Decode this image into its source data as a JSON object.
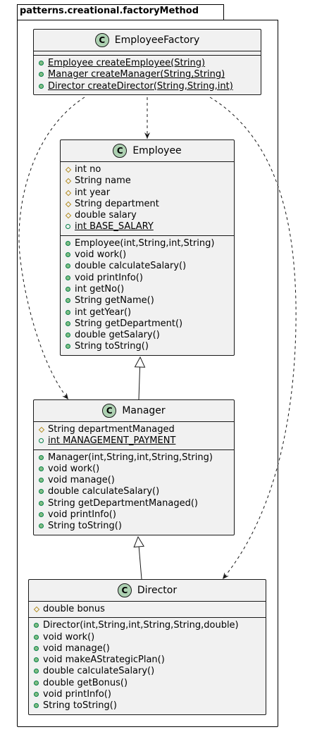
{
  "package": {
    "name": "patterns.creational.factoryMethod"
  },
  "classes": [
    {
      "id": "employee-factory",
      "stereotype": "C",
      "name": "EmployeeFactory",
      "fields": [],
      "methods": [
        {
          "vis": "public",
          "text": "Employee createEmployee(String)",
          "static": true
        },
        {
          "vis": "public",
          "text": "Manager createManager(String,String)",
          "static": true
        },
        {
          "vis": "public",
          "text": "Director createDirector(String,String,int)",
          "static": true
        }
      ]
    },
    {
      "id": "employee",
      "stereotype": "C",
      "name": "Employee",
      "fields": [
        {
          "vis": "protected",
          "text": "int no"
        },
        {
          "vis": "protected",
          "text": "String name"
        },
        {
          "vis": "protected",
          "text": "int year"
        },
        {
          "vis": "protected",
          "text": "String department"
        },
        {
          "vis": "protected",
          "text": "double salary"
        },
        {
          "vis": "public-open",
          "text": "int BASE_SALARY",
          "static": true
        }
      ],
      "methods": [
        {
          "vis": "public",
          "text": "Employee(int,String,int,String)"
        },
        {
          "vis": "public",
          "text": "void work()"
        },
        {
          "vis": "public",
          "text": "double calculateSalary()"
        },
        {
          "vis": "public",
          "text": "void printInfo()"
        },
        {
          "vis": "public",
          "text": "int getNo()"
        },
        {
          "vis": "public",
          "text": "String getName()"
        },
        {
          "vis": "public",
          "text": "int getYear()"
        },
        {
          "vis": "public",
          "text": "String getDepartment()"
        },
        {
          "vis": "public",
          "text": "double getSalary()"
        },
        {
          "vis": "public",
          "text": "String toString()"
        }
      ]
    },
    {
      "id": "manager",
      "stereotype": "C",
      "name": "Manager",
      "fields": [
        {
          "vis": "protected",
          "text": "String departmentManaged"
        },
        {
          "vis": "public-open",
          "text": "int MANAGEMENT_PAYMENT",
          "static": true
        }
      ],
      "methods": [
        {
          "vis": "public",
          "text": "Manager(int,String,int,String,String)"
        },
        {
          "vis": "public",
          "text": "void work()"
        },
        {
          "vis": "public",
          "text": "void manage()"
        },
        {
          "vis": "public",
          "text": "double calculateSalary()"
        },
        {
          "vis": "public",
          "text": "String getDepartmentManaged()"
        },
        {
          "vis": "public",
          "text": "void printInfo()"
        },
        {
          "vis": "public",
          "text": "String toString()"
        }
      ]
    },
    {
      "id": "director",
      "stereotype": "C",
      "name": "Director",
      "fields": [
        {
          "vis": "protected",
          "text": "double bonus"
        }
      ],
      "methods": [
        {
          "vis": "public",
          "text": "Director(int,String,int,String,String,double)"
        },
        {
          "vis": "public",
          "text": "void work()"
        },
        {
          "vis": "public",
          "text": "void manage()"
        },
        {
          "vis": "public",
          "text": "void makeAStrategicPlan()"
        },
        {
          "vis": "public",
          "text": "double calculateSalary()"
        },
        {
          "vis": "public",
          "text": "double getBonus()"
        },
        {
          "vis": "public",
          "text": "void printInfo()"
        },
        {
          "vis": "public",
          "text": "String toString()"
        }
      ]
    }
  ],
  "relations": [
    {
      "type": "dependency",
      "from": "employee-factory",
      "to": "employee"
    },
    {
      "type": "dependency",
      "from": "employee-factory",
      "to": "manager"
    },
    {
      "type": "dependency",
      "from": "employee-factory",
      "to": "director"
    },
    {
      "type": "inheritance",
      "from": "manager",
      "to": "employee"
    },
    {
      "type": "inheritance",
      "from": "director",
      "to": "manager"
    }
  ]
}
